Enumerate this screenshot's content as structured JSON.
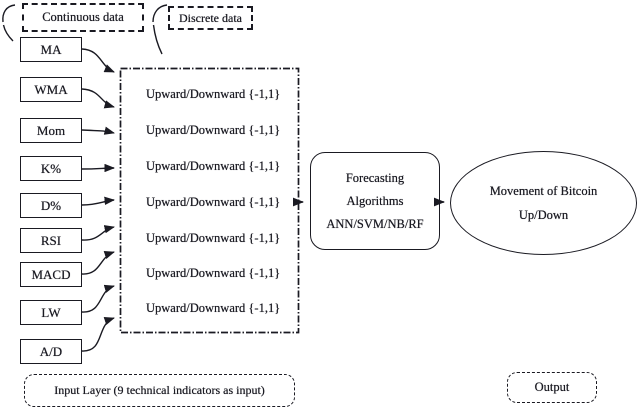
{
  "colors": {
    "ink": "#1a1a22",
    "background": "#ffffff"
  },
  "top_labels": {
    "continuous": "Continuous data",
    "discrete": "Discrete data"
  },
  "indicators": [
    "MA",
    "WMA",
    "Mom",
    "K%",
    "D%",
    "RSI",
    "MACD",
    "LW",
    "A/D"
  ],
  "signal_rows": [
    "Upward/Downward {-1,1}",
    "Upward/Downward {-1,1}",
    "Upward/Downward {-1,1}",
    "Upward/Downward {-1,1}",
    "Upward/Downward {-1,1}",
    "Upward/Downward {-1,1}",
    "Upward/Downward {-1,1}"
  ],
  "forecasting_box": {
    "line1": "Forecasting",
    "line2": "Algorithms",
    "line3": "ANN/SVM/NB/RF"
  },
  "result_ellipse": {
    "line1": "Movement of Bitcoin",
    "line2": "Up/Down"
  },
  "footer": {
    "input_layer": "Input Layer (9 technical indicators as input)",
    "output": "Output"
  }
}
